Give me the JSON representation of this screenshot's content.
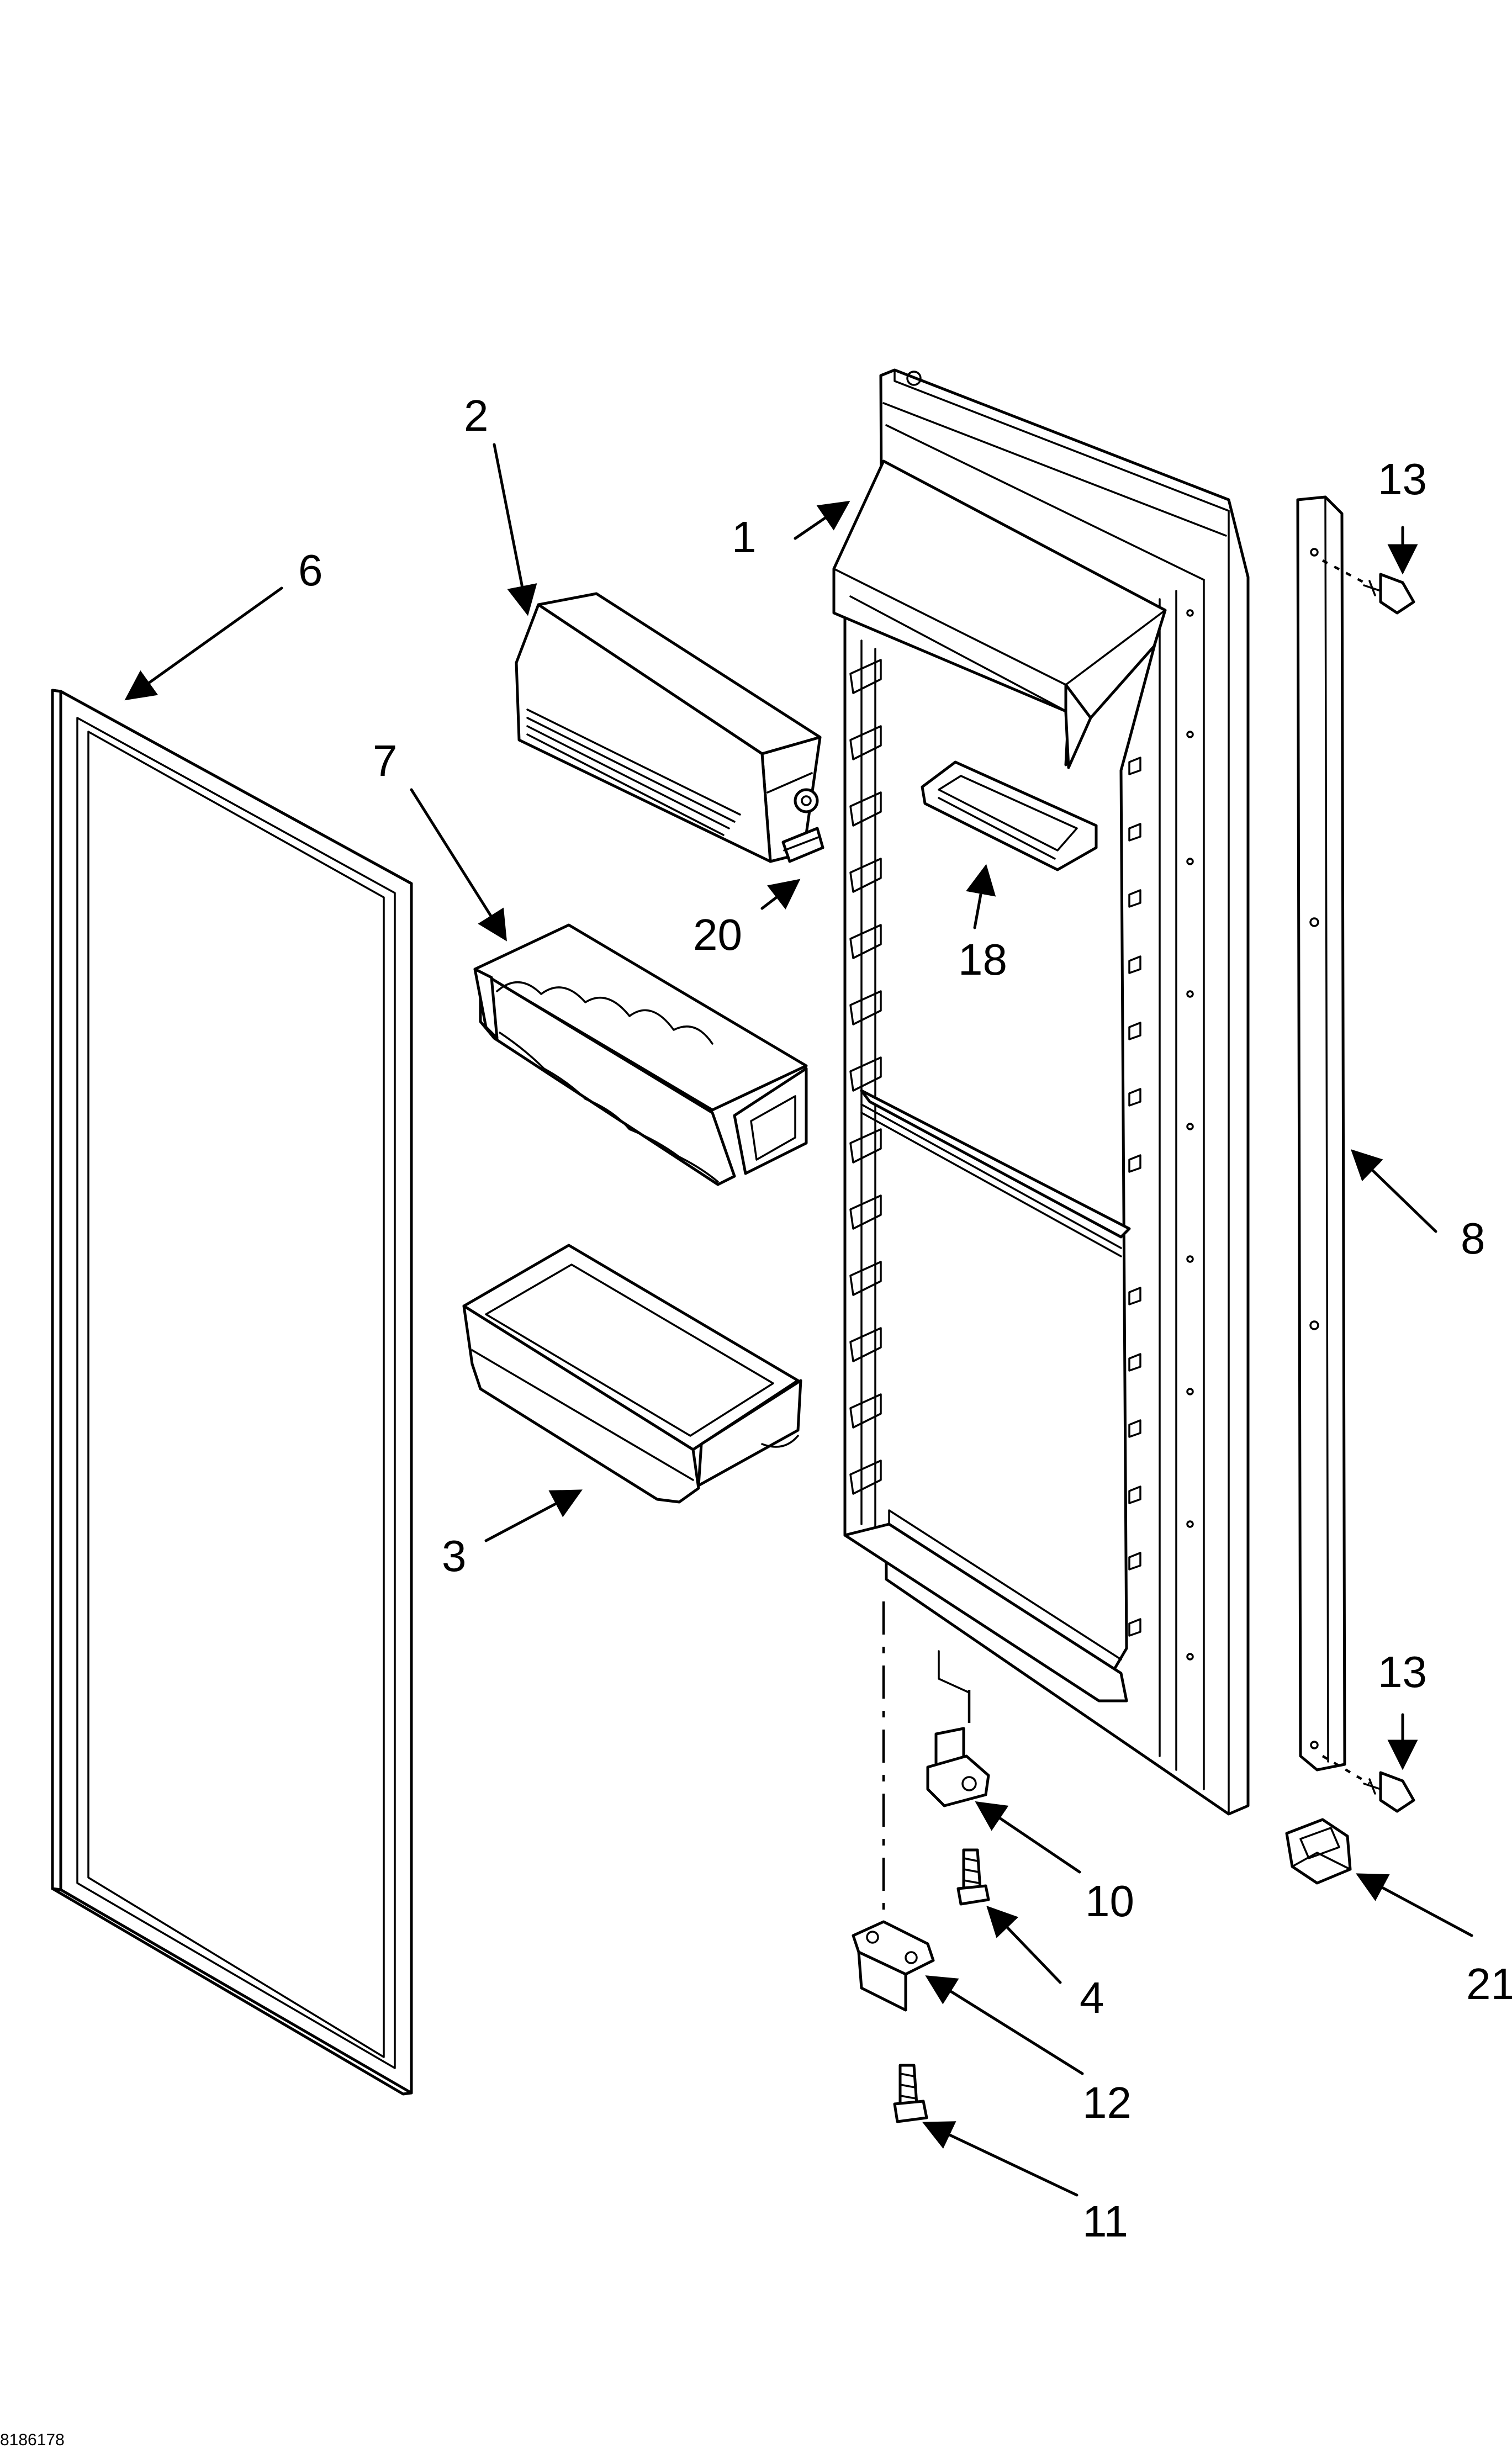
{
  "callouts": {
    "c1": "1",
    "c2": "2",
    "c3": "3",
    "c4": "4",
    "c6": "6",
    "c7": "7",
    "c8": "8",
    "c10": "10",
    "c11": "11",
    "c12": "12",
    "c13_top": "13",
    "c13_bottom": "13",
    "c18": "18",
    "c20": "20",
    "c21": "21"
  },
  "footer": {
    "code": "8186178"
  }
}
